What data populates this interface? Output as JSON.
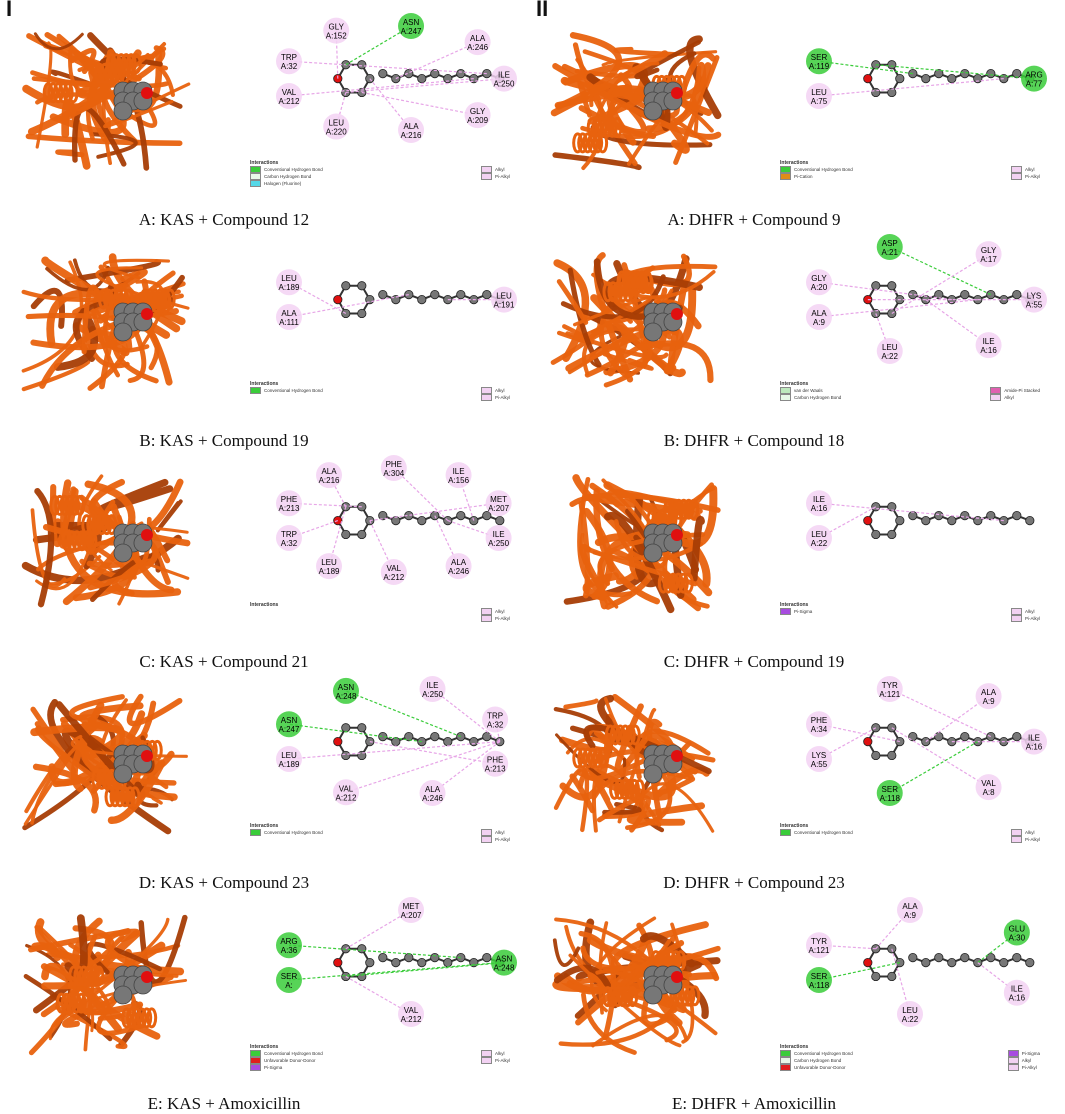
{
  "panels": {
    "left_label": "I",
    "right_label": "II"
  },
  "colors": {
    "protein": "#E8620E",
    "protein_dark": "#A63D05",
    "ligand": "#777777",
    "oxygen": "#E01010",
    "nitrogen": "#5A5AE0",
    "sulfur": "#D8C018",
    "alkyl": "#F3D2F3",
    "hbond": "#3ACC3A",
    "halogen": "#55D8E8",
    "pi_cation": "#E08C18",
    "pi_sigma": "#A84CE0",
    "unfavorable": "#E01E1E"
  },
  "legend_title": "Interactions",
  "left": [
    {
      "caption": "A: KAS + Compound 12",
      "residues": [
        [
          "TRP",
          "A:32"
        ],
        [
          "GLY",
          "A:152"
        ],
        [
          "ASN",
          "A:247"
        ],
        [
          "ALA",
          "A:246"
        ],
        [
          "ILE",
          "A:250"
        ],
        [
          "GLY",
          "A:209"
        ],
        [
          "ALA",
          "A:216"
        ],
        [
          "LEU",
          "A:220"
        ],
        [
          "VAL",
          "A:212"
        ]
      ],
      "legend": [
        "Conventional Hydrogen Bond",
        "Carbon Hydrogen Bond",
        "Halogen (Fluorine)",
        "Alkyl",
        "Pi-Alkyl"
      ]
    },
    {
      "caption": "B: KAS + Compound 19",
      "residues": [
        [
          "LEU",
          "A:189"
        ],
        [
          "LEU",
          "A:191"
        ],
        [
          "ALA",
          "A:111"
        ]
      ],
      "legend": [
        "Conventional Hydrogen Bond",
        "Alkyl",
        "Pi-Alkyl"
      ]
    },
    {
      "caption": "C: KAS + Compound 21",
      "residues": [
        [
          "PHE",
          "A:213"
        ],
        [
          "ALA",
          "A:216"
        ],
        [
          "PHE",
          "A:304"
        ],
        [
          "ILE",
          "A:156"
        ],
        [
          "MET",
          "A:207"
        ],
        [
          "ILE",
          "A:250"
        ],
        [
          "ALA",
          "A:246"
        ],
        [
          "VAL",
          "A:212"
        ],
        [
          "LEU",
          "A:189"
        ],
        [
          "TRP",
          "A:32"
        ]
      ],
      "legend": [
        "Alkyl",
        "Pi-Alkyl"
      ]
    },
    {
      "caption": "D: KAS + Compound 23",
      "residues": [
        [
          "ASN",
          "A:247"
        ],
        [
          "ASN",
          "A:248"
        ],
        [
          "ILE",
          "A:250"
        ],
        [
          "TRP",
          "A:32"
        ],
        [
          "PHE",
          "A:213"
        ],
        [
          "ALA",
          "A:246"
        ],
        [
          "VAL",
          "A:212"
        ],
        [
          "LEU",
          "A:189"
        ]
      ],
      "legend": [
        "Conventional Hydrogen Bond",
        "Alkyl",
        "Pi-Alkyl"
      ]
    },
    {
      "caption": "E: KAS + Amoxicillin",
      "residues": [
        [
          "ARG",
          "A:36"
        ],
        [
          "MET",
          "A:207"
        ],
        [
          "ASN",
          "A:248"
        ],
        [
          "VAL",
          "A:212"
        ],
        [
          "SER",
          "A:"
        ]
      ],
      "legend": [
        "Conventional Hydrogen Bond",
        "Unfavorable Donor-Donor",
        "Pi-Sigma",
        "Alkyl",
        "Pi-Alkyl"
      ]
    }
  ],
  "right": [
    {
      "caption": "A: DHFR + Compound 9",
      "residues": [
        [
          "SER",
          "A:119"
        ],
        [
          "ARG",
          "A:77"
        ],
        [
          "LEU",
          "A:75"
        ]
      ],
      "legend": [
        "Conventional Hydrogen Bond",
        "Pi-Cation",
        "Alkyl",
        "Pi-Alkyl"
      ]
    },
    {
      "caption": "B: DHFR + Compound 18",
      "residues": [
        [
          "GLY",
          "A:20"
        ],
        [
          "ASP",
          "A:21"
        ],
        [
          "GLY",
          "A:17"
        ],
        [
          "LYS",
          "A:55"
        ],
        [
          "ILE",
          "A:16"
        ],
        [
          "LEU",
          "A:22"
        ],
        [
          "ALA",
          "A:9"
        ]
      ],
      "legend": [
        "van der Waals",
        "Carbon Hydrogen Bond",
        "Amide-Pi Stacked",
        "Alkyl"
      ]
    },
    {
      "caption": "C: DHFR + Compound 19",
      "residues": [
        [
          "ILE",
          "A:16"
        ],
        [
          "LEU",
          "A:22"
        ]
      ],
      "legend": [
        "Pi-Sigma",
        "Alkyl",
        "Pi-Alkyl"
      ]
    },
    {
      "caption": "D: DHFR + Compound 23",
      "residues": [
        [
          "PHE",
          "A:34"
        ],
        [
          "TYR",
          "A:121"
        ],
        [
          "ALA",
          "A:9"
        ],
        [
          "ILE",
          "A:16"
        ],
        [
          "VAL",
          "A:8"
        ],
        [
          "SER",
          "A:118"
        ],
        [
          "LYS",
          "A:55"
        ]
      ],
      "legend": [
        "Conventional Hydrogen Bond",
        "Alkyl",
        "Pi-Alkyl"
      ]
    },
    {
      "caption": "E: DHFR + Amoxicillin",
      "residues": [
        [
          "TYR",
          "A:121"
        ],
        [
          "ALA",
          "A:9"
        ],
        [
          "GLU",
          "A:30"
        ],
        [
          "ILE",
          "A:16"
        ],
        [
          "LEU",
          "A:22"
        ],
        [
          "SER",
          "A:118"
        ]
      ],
      "legend": [
        "Conventional Hydrogen Bond",
        "Carbon Hydrogen Bond",
        "Unfavorable Donor-Donor",
        "Pi-Sigma",
        "Alkyl",
        "Pi-Alkyl"
      ]
    }
  ]
}
